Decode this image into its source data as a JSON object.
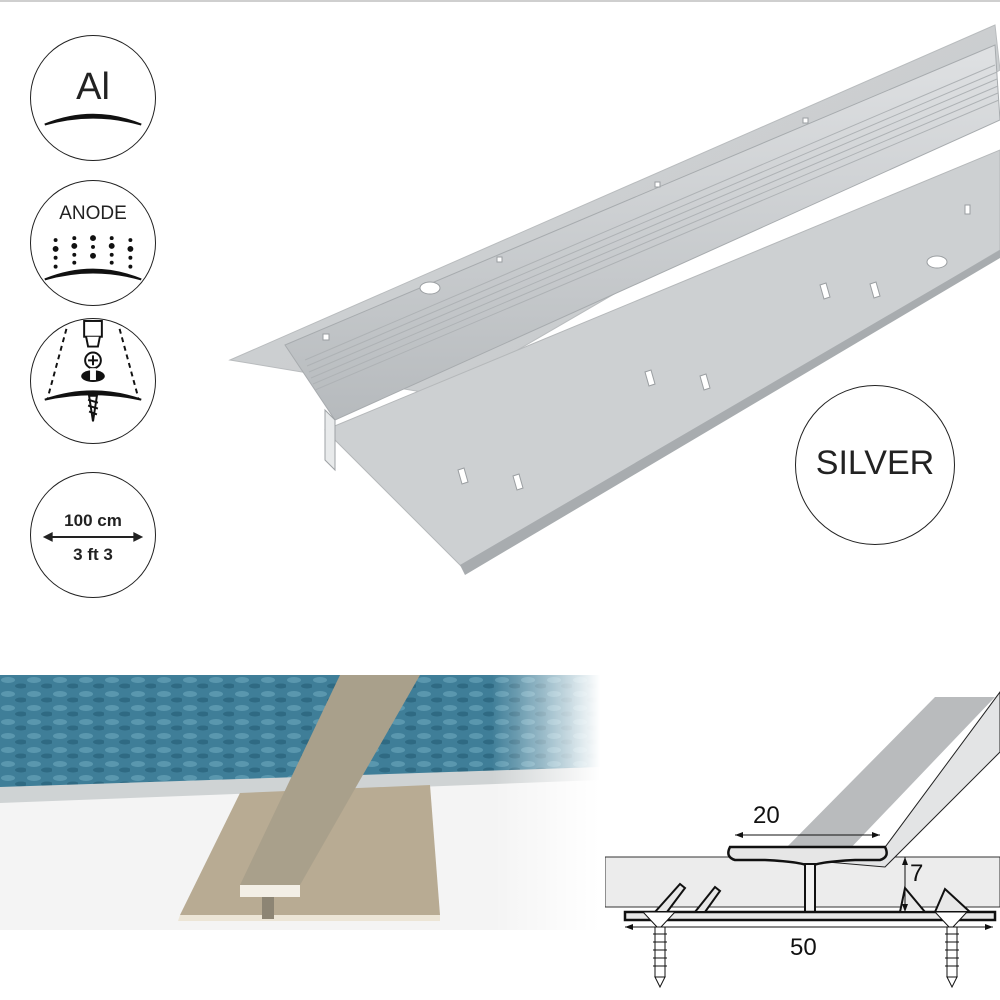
{
  "icons": {
    "material": {
      "label": "Al",
      "icon": "aluminium-icon"
    },
    "finish": {
      "label": "ANODE",
      "icon": "anodised-icon"
    },
    "fixing": {
      "label": "",
      "icon": "screw-fixing-icon"
    },
    "length": {
      "metric": "100 cm",
      "imperial": "3 ft 3",
      "icon": "length-arrow-icon"
    }
  },
  "colour_badge": {
    "label": "SILVER"
  },
  "dimensions": {
    "top_width": "20",
    "height": "7",
    "base_width": "50"
  },
  "colors": {
    "profile_silver": "#c9ccce",
    "profile_dark": "#a9adb0",
    "carpet_blue": "#3f7e98",
    "floor_bronze": "#b8ab93",
    "line": "#222222"
  }
}
